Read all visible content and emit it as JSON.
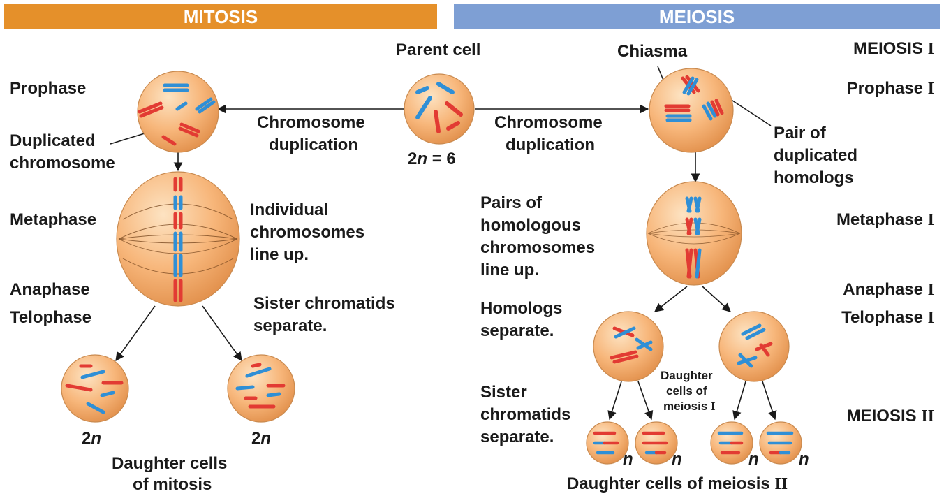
{
  "header": {
    "mitosis": "MITOSIS",
    "meiosis": "MEIOSIS"
  },
  "parent_cell": {
    "label": "Parent cell",
    "ploidy_prefix": "2",
    "ploidy_n": "n",
    "ploidy_suffix": " = 6"
  },
  "mitosis": {
    "prophase": "Prophase",
    "duplicated_line1": "Duplicated",
    "duplicated_line2": "chromosome",
    "chromosome_duplication_line1": "Chromosome",
    "chromosome_duplication_line2": "duplication",
    "metaphase": "Metaphase",
    "lineup_line1": "Individual",
    "lineup_line2": "chromosomes",
    "lineup_line3": "line up.",
    "anaphase": "Anaphase",
    "telophase": "Telophase",
    "sister_line1": "Sister chromatids",
    "sister_line2": "separate.",
    "daughter_left_num": "2",
    "daughter_left_n": "n",
    "daughter_right_num": "2",
    "daughter_right_n": "n",
    "daughter_cells_line1": "Daughter cells",
    "daughter_cells_line2": "of mitosis"
  },
  "meiosis": {
    "meiosis1_title": "MEIOSIS",
    "meiosis1_roman": "I",
    "chiasma": "Chiasma",
    "prophase1": "Prophase",
    "prophase1_roman": "I",
    "chromosome_duplication_line1": "Chromosome",
    "chromosome_duplication_line2": "duplication",
    "pair_line1": "Pair of",
    "pair_line2": "duplicated",
    "pair_line3": "homologs",
    "homologous_line1": "Pairs of",
    "homologous_line2": "homologous",
    "homologous_line3": "chromosomes",
    "homologous_line4": "line up.",
    "metaphase1": "Metaphase",
    "metaphase1_roman": "I",
    "homologs_sep_line1": "Homologs",
    "homologs_sep_line2": "separate.",
    "anaphase1": "Anaphase",
    "anaphase1_roman": "I",
    "telophase1": "Telophase",
    "telophase1_roman": "I",
    "daughter_meiosis1_line1": "Daughter",
    "daughter_meiosis1_line2": "cells of",
    "daughter_meiosis1_line3": "meiosis",
    "daughter_meiosis1_roman": "I",
    "sister_line1": "Sister",
    "sister_line2": "chromatids",
    "sister_line3": "separate.",
    "meiosis2_title": "MEIOSIS",
    "meiosis2_roman": "II",
    "n_labels": [
      "n",
      "n",
      "n",
      "n"
    ],
    "daughter_meiosis2": "Daughter cells of meiosis",
    "daughter_meiosis2_roman": "II"
  },
  "colors": {
    "mitosis_bar": "#e5902a",
    "meiosis_bar": "#7e9fd4",
    "cell_fill": "#f7b67a",
    "red_chromosome": "#e23b33",
    "blue_chromosome": "#2f8fd6"
  }
}
